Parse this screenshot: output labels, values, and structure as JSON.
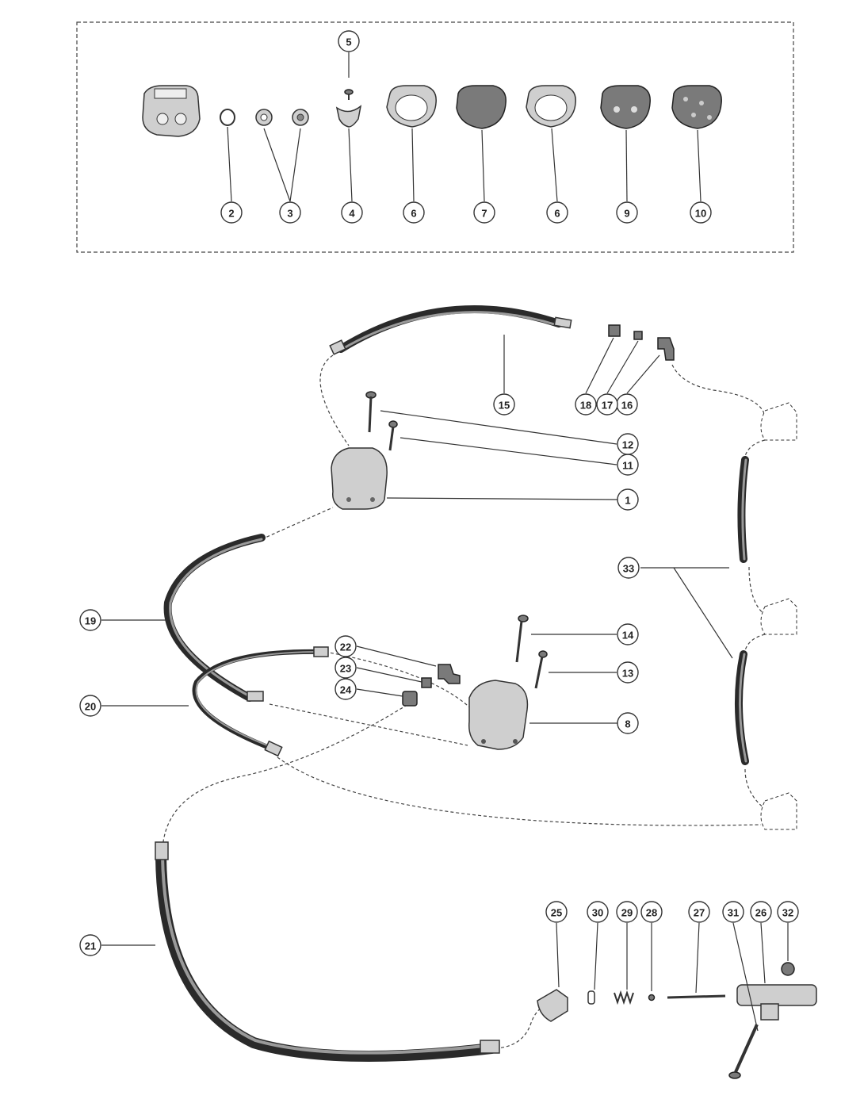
{
  "callouts": [
    {
      "n": "1"
    },
    {
      "n": "2"
    },
    {
      "n": "3"
    },
    {
      "n": "4"
    },
    {
      "n": "5"
    },
    {
      "n": "6"
    },
    {
      "n": "7"
    },
    {
      "n": "6"
    },
    {
      "n": "9"
    },
    {
      "n": "10"
    },
    {
      "n": "11"
    },
    {
      "n": "12"
    },
    {
      "n": "13"
    },
    {
      "n": "14"
    },
    {
      "n": "15"
    },
    {
      "n": "16"
    },
    {
      "n": "17"
    },
    {
      "n": "18"
    },
    {
      "n": "19"
    },
    {
      "n": "20"
    },
    {
      "n": "21"
    },
    {
      "n": "22"
    },
    {
      "n": "23"
    },
    {
      "n": "24"
    },
    {
      "n": "25"
    },
    {
      "n": "26"
    },
    {
      "n": "27"
    },
    {
      "n": "28"
    },
    {
      "n": "29"
    },
    {
      "n": "30"
    },
    {
      "n": "31"
    },
    {
      "n": "32"
    },
    {
      "n": "33"
    },
    {
      "n": "8"
    }
  ]
}
